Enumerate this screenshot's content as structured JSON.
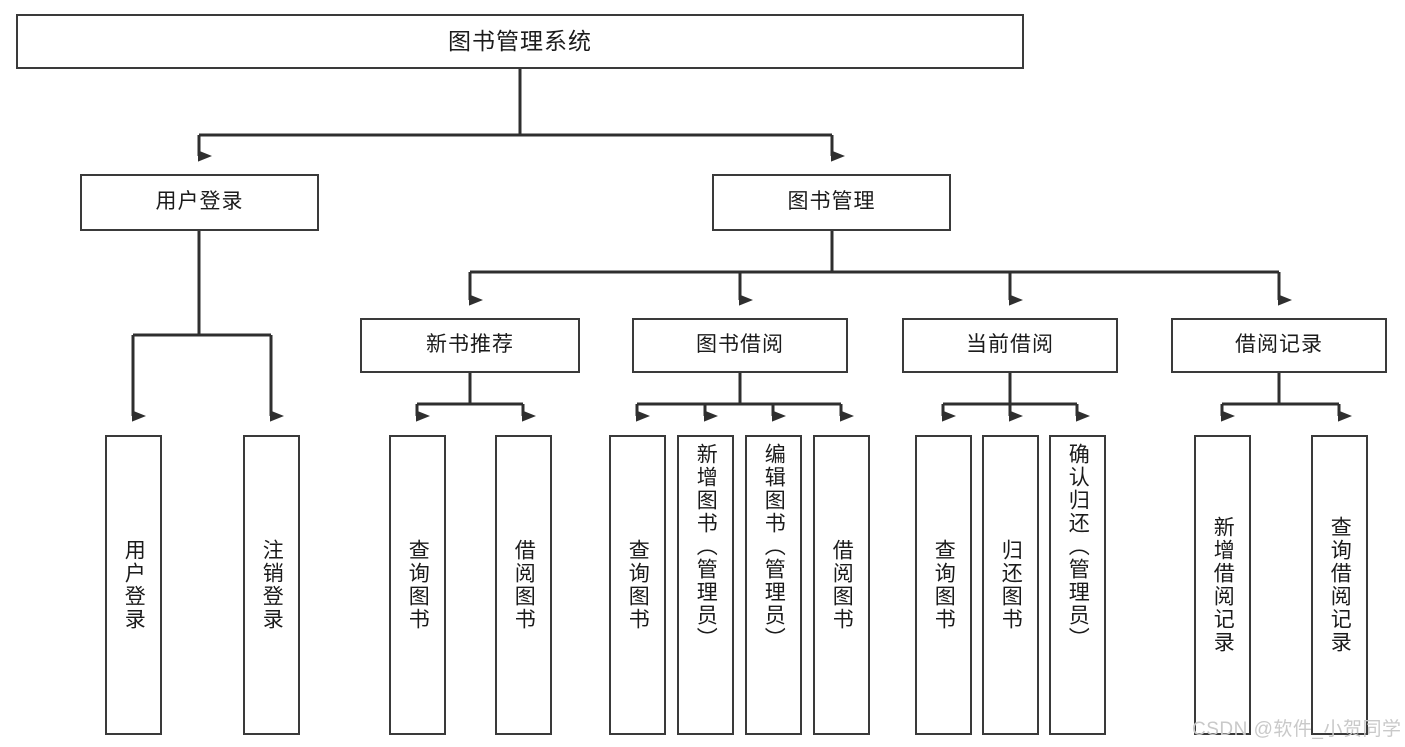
{
  "diagram": {
    "type": "tree",
    "title": "图书管理系统",
    "colors": {
      "box_border": "#3a3a3a",
      "box_fill": "#ffffff",
      "line": "#2f2f2f",
      "text": "#1b1b1b",
      "watermark": "#c9c9c9",
      "background": "#ffffff"
    },
    "root": {
      "label": "图书管理系统"
    },
    "level2": [
      {
        "label": "用户登录"
      },
      {
        "label": "图书管理"
      }
    ],
    "level3": [
      {
        "label": "新书推荐"
      },
      {
        "label": "图书借阅"
      },
      {
        "label": "当前借阅"
      },
      {
        "label": "借阅记录"
      }
    ],
    "leaves": {
      "user_login": [
        {
          "label": "用户登录"
        },
        {
          "label": "注销登录"
        }
      ],
      "new_book": [
        {
          "label": "查询图书"
        },
        {
          "label": "借阅图书"
        }
      ],
      "book_borrow": [
        {
          "label": "查询图书"
        },
        {
          "label": "新增图书（管理员）"
        },
        {
          "label": "编辑图书（管理员）"
        },
        {
          "label": "借阅图书"
        }
      ],
      "current_borrow": [
        {
          "label": "查询图书"
        },
        {
          "label": "归还图书"
        },
        {
          "label": "确认归还（管理员）"
        }
      ],
      "borrow_record": [
        {
          "label": "新增借阅记录"
        },
        {
          "label": "查询借阅记录"
        }
      ]
    }
  },
  "watermark": {
    "text": "CSDN @软件_小贺同学"
  }
}
